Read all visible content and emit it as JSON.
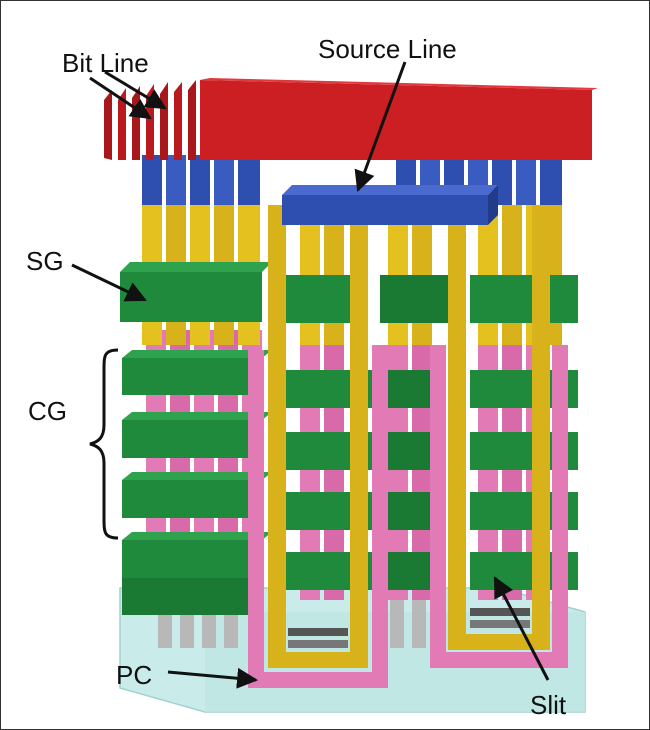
{
  "labels": {
    "bit_line": "Bit Line",
    "source_line": "Source Line",
    "sg": "SG",
    "cg": "CG",
    "pc": "PC",
    "slit": "Slit"
  },
  "colors": {
    "bit_line": "#cc1f24",
    "source_line": "#2f4fb0",
    "gold": "#d8b21a",
    "green": "#1f8a3c",
    "pink": "#e27ab6",
    "substrate": "#bfe8e6",
    "gray": "#b8b8b8"
  }
}
